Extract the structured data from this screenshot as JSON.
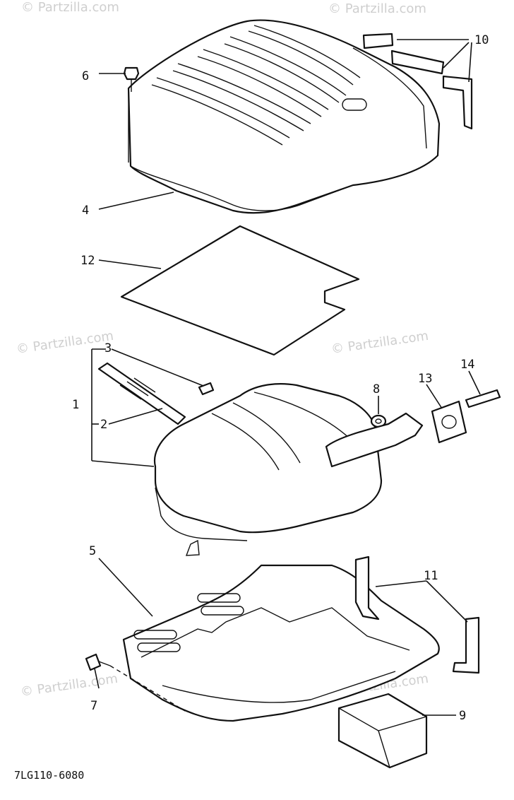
{
  "callouts": {
    "c1": "1",
    "c2": "2",
    "c3": "3",
    "c4": "4",
    "c5": "5",
    "c6": "6",
    "c7": "7",
    "c8": "8",
    "c9": "9",
    "c10": "10",
    "c11": "11",
    "c12": "12",
    "c13": "13",
    "c14": "14"
  },
  "watermark": "© Partzilla.com",
  "diagram_code": "7LG110-6080"
}
